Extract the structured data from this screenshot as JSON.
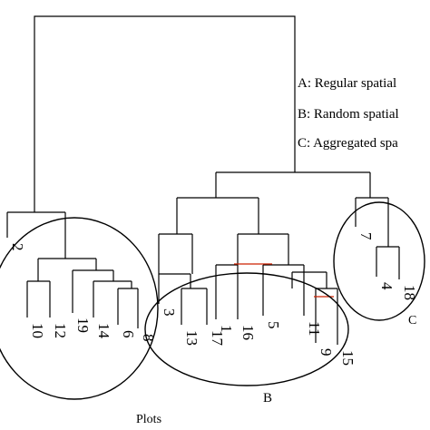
{
  "legend": {
    "a": "A: Regular spatial",
    "b": "B: Random spatial",
    "c": "C: Aggregated spa"
  },
  "groups": {
    "a_label": "",
    "b_label": "B",
    "c_label": "C"
  },
  "xaxis_label": "Plots",
  "leaves": [
    "2",
    "10",
    "12",
    "19",
    "14",
    "6",
    "8",
    "3",
    "13",
    "17",
    "1",
    "16",
    "5",
    "11",
    "9",
    "15",
    "7",
    "4",
    "18"
  ],
  "colors": {
    "line": "#000000",
    "red": "#cc2200"
  }
}
